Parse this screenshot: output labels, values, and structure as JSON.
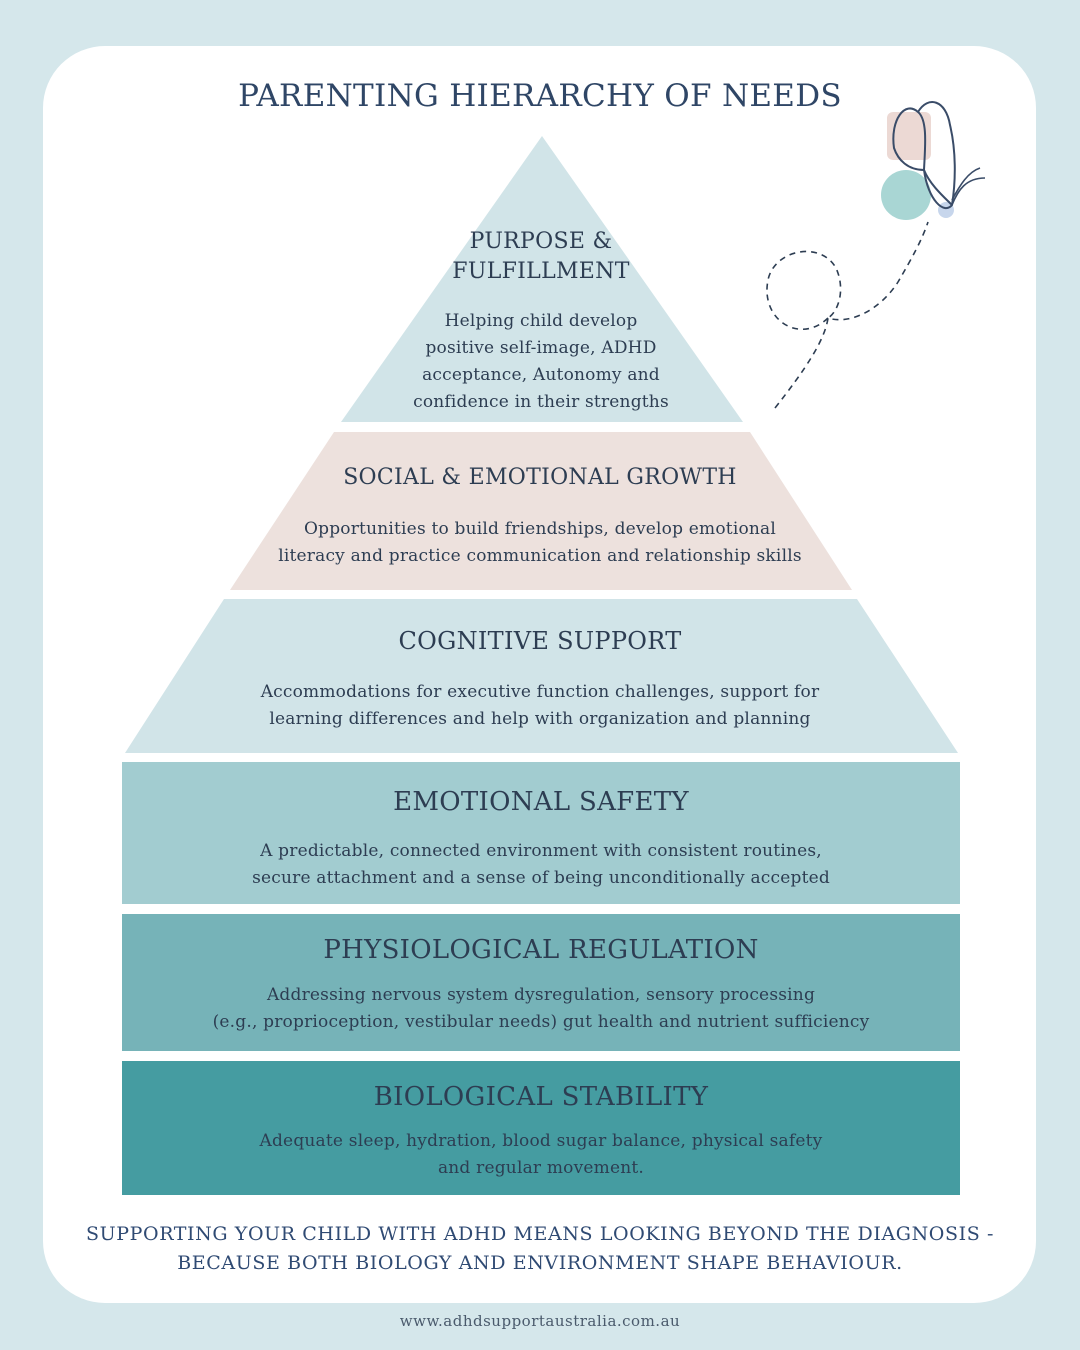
{
  "title": "PARENTING HIERARCHY OF NEEDS",
  "colors": {
    "background": "#d5e7eb",
    "card": "#ffffff",
    "tier_purpose": "#d1e4e8",
    "tier_social": "#ede1dd",
    "tier_cognitive": "#d1e4e8",
    "tier_emotional": "#a2ccd0",
    "tier_physiological": "#76b3b8",
    "tier_biological": "#459ca1"
  },
  "tiers": [
    {
      "title": "PURPOSE & FULFILLMENT",
      "title_lines": [
        "PURPOSE &",
        "FULFILLMENT"
      ],
      "description_lines": [
        "Helping child develop",
        "positive self-image, ADHD",
        "acceptance, Autonomy and",
        "confidence in their strengths"
      ]
    },
    {
      "title": "SOCIAL & EMOTIONAL GROWTH",
      "description_lines": [
        "Opportunities to build friendships, develop emotional",
        "literacy and practice communication and relationship skills"
      ]
    },
    {
      "title": "COGNITIVE SUPPORT",
      "description_lines": [
        "Accommodations for executive function challenges, support for",
        "learning differences and help with organization and planning"
      ]
    },
    {
      "title": "EMOTIONAL SAFETY",
      "description_lines": [
        "A predictable, connected environment with consistent routines,",
        "secure attachment and a sense of being unconditionally accepted"
      ]
    },
    {
      "title": "PHYSIOLOGICAL REGULATION",
      "description_lines": [
        "Addressing nervous system dysregulation, sensory processing",
        "(e.g., proprioception, vestibular needs) gut health and nutrient sufficiency"
      ]
    },
    {
      "title": "BIOLOGICAL STABILITY",
      "description_lines": [
        "Adequate sleep, hydration, blood sugar balance, physical safety",
        "and regular movement."
      ]
    }
  ],
  "footer": {
    "message_lines": [
      "SUPPORTING YOUR CHILD WITH ADHD MEANS LOOKING BEYOND THE DIAGNOSIS -",
      "BECAUSE BOTH BIOLOGY AND ENVIRONMENT SHAPE BEHAVIOUR."
    ],
    "url": "www.adhdsupportaustralia.com.au"
  },
  "icons": [
    "butterfly-icon",
    "dashed-flight-path"
  ]
}
